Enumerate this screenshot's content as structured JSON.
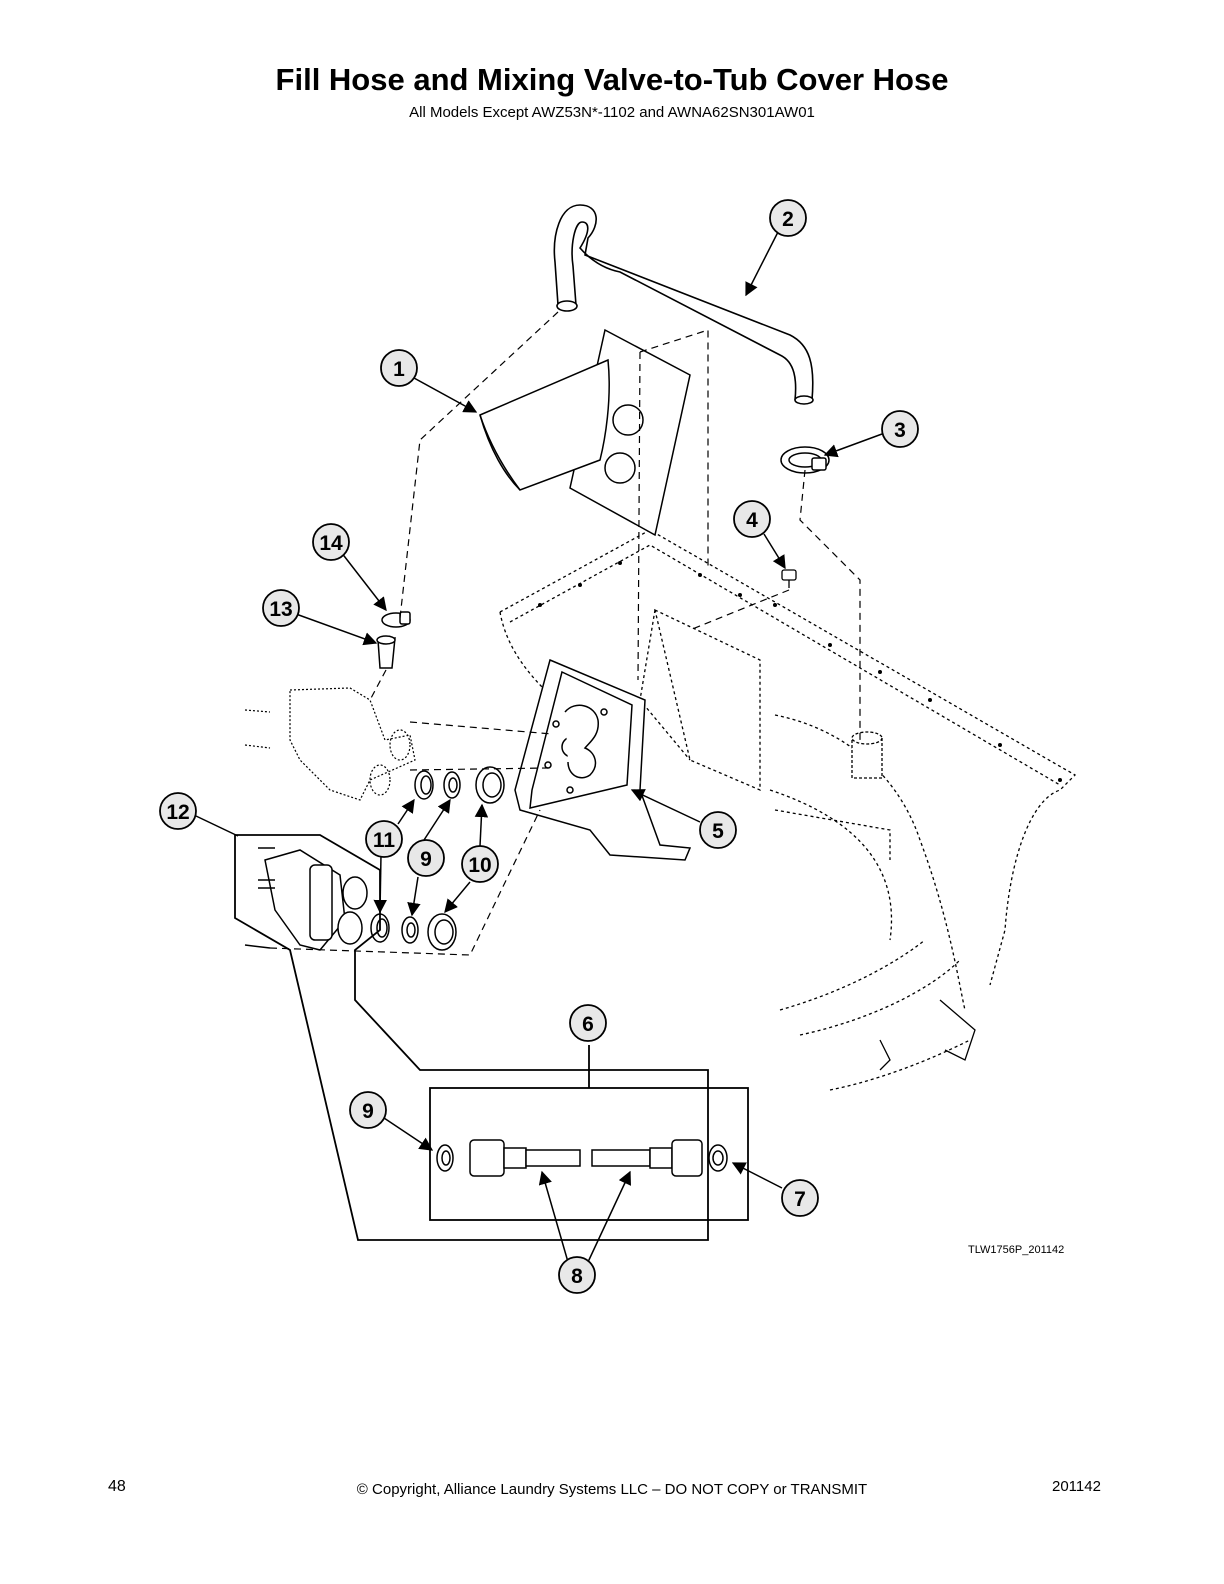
{
  "header": {
    "title": "Fill Hose and Mixing Valve-to-Tub Cover Hose",
    "subtitle": "All Models Except AWZ53N*-1102 and AWNA62SN301AW01"
  },
  "callouts": [
    "1",
    "2",
    "3",
    "4",
    "5",
    "6",
    "7",
    "8",
    "9",
    "10",
    "11",
    "12",
    "13",
    "14",
    "9"
  ],
  "drawing_id": "TLW1756P_201142",
  "footer": {
    "page_number": "48",
    "copyright": "© Copyright, Alliance Laundry Systems LLC – DO NOT COPY or TRANSMIT",
    "doc_number": "201142"
  }
}
